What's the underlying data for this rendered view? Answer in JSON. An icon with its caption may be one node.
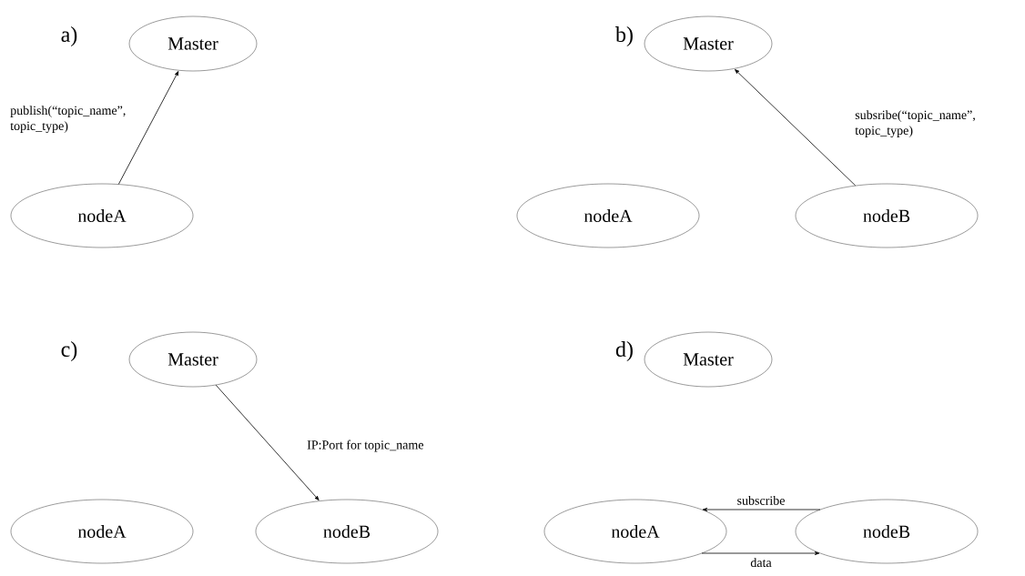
{
  "diagram": {
    "nodes": [
      {
        "text": [
          "Master"
        ]
      },
      {
        "text": [
          "nodeA"
        ]
      },
      {
        "text": [
          "Master"
        ]
      },
      {
        "text": [
          "nodeA"
        ]
      },
      {
        "text": [
          "nodeB"
        ]
      },
      {
        "text": [
          "Master"
        ]
      },
      {
        "text": [
          "nodeA"
        ]
      },
      {
        "text": [
          "nodeB"
        ]
      },
      {
        "text": [
          "Master"
        ]
      },
      {
        "text": [
          "nodeA"
        ]
      },
      {
        "text": [
          "nodeB"
        ]
      }
    ],
    "edges": [
      {
        "from": 1,
        "to": 0,
        "arrow": "to",
        "label": "publish(“topic_name”, topic_type)"
      },
      {
        "from": 4,
        "to": 2,
        "arrow": "to",
        "label": "subsribe(“topic_name”, topic_type)"
      },
      {
        "from": 5,
        "to": 7,
        "arrow": "to",
        "label": "IP:Port for topic_name"
      },
      {
        "from": 10,
        "to": 9,
        "arrow": "to",
        "label": "subscribe"
      },
      {
        "from": 9,
        "to": 10,
        "arrow": "to",
        "label": "data"
      }
    ],
    "labels": [
      "a)",
      "b)",
      "c)",
      "d)"
    ]
  }
}
